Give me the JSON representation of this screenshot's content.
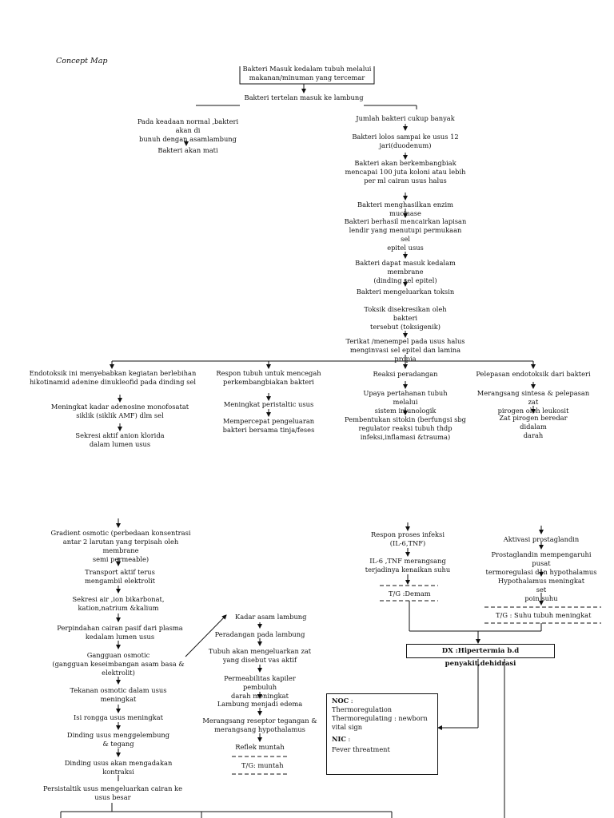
{
  "title": "Concept Map",
  "top": {
    "n1": "Bakteri Masuk kedalam tubuh melalui\nmakanan/minuman yang tercemar",
    "n2": "Bakteri tertelan masuk ke lambung",
    "left1": "Pada keadaan normal ,bakteri akan di\nbunuh dengan asamlambung",
    "left2": "Bakteri akan mati",
    "r1": "Jumlah bakteri cukup banyak",
    "r2": "Bakteri lolos sampai ke usus 12\njari(duodenum)",
    "r3": "Bakteri akan berkembangbiak\nmencapai 100 juta koloni atau lebih\nper ml cairan usus halus",
    "r4": "Bakteri menghasilkan enzim mucinase",
    "r5": "Bakteri berhasil mencairkan lapisan\nlendir yang menutupi permukaan sel\nepitel usus",
    "r6": "Bakteri dapat masuk kedalam membrane\n(dinding sel epitel)",
    "r7": "Bakteri mengeluarkan toksin",
    "r8": "Toksik disekresikan oleh bakteri\ntersebut (toksigenik)",
    "r9": "Terikat /menempel pada usus halus\nmenginvasi sel epitel dan lamina  propia"
  },
  "branches": {
    "b1a": "Endotoksik ini menyebabkan kegiatan berlebihan\nhikotinamid adenine dinukleofid pada dinding sel",
    "b1b": "Meningkat kadar adenosine monofosatat\nsiklik (siklik AMF) dlm sel",
    "b1c": "Sekresi aktif anion klorida\ndalam lumen usus",
    "b2a": "Respon tubuh untuk mencegah\nperkembangbiakan bakteri",
    "b2b": "Meningkat peristaltic usus",
    "b2c": "Mempercepat pengeluaran\nbakteri bersama tinja/feses",
    "b3a": "Reaksi peradangan",
    "b3b": "Upaya pertahanan tubuh melalui\nsistem imunologik",
    "b3c": "Pembentukan sitokin (berfungsi sbg\nregulator reaksi tubuh thdp\ninfeksi,inflamasi &trauma)",
    "b4a": "Pelepasan endotoksik dari bakteri",
    "b4b": "Merangsang sintesa  & pelepasan zat\npirogen oleh leukosit",
    "b4c": "Zat pirogen beredar didalam\ndarah"
  },
  "lower_left": {
    "l1": "Gradient osmotic (perbedaan konsentrasi\nantar 2 larutan yang terpisah oleh membrane\nsemi permeable)",
    "l2": "Transport aktif terus\nmengambil elektrolit",
    "l3": "Sekresi air ,ion bikarbonat,\nkation,natrium &kalium",
    "l4": "Perpindahan cairan pasif dari plasma\nkedalam lumen usus",
    "l5": "Gangguan osmotic\n(gangguan keseimbangan asam basa &\nelektrolit)",
    "l6": "Tekanan osmotic dalam usus\nmeningkat",
    "l7": "Isi rongga usus meningkat",
    "l8": "Dinding usus menggelembung\n& tegang",
    "l9": "Dinding usus akan mengadakan\nkontraksi",
    "l10": "Persistaltik usus mengeluarkan cairan ke\nusus besar"
  },
  "middle": {
    "m1": "Kadar asam lambung",
    "m2": "Peradangan pada lambung",
    "m3": "Tubuh akan mengeluarkan zat\nyang disebut vas aktif",
    "m4": "Permeabilitas kapiler pembuluh\ndarah meningkat",
    "m5": "Lambung menjadi edema",
    "m6": "Merangsang reseptor tegangan &\nmerangsang hypothalamus",
    "m7": "Reflek muntah",
    "tg": "T/G: muntah"
  },
  "lower_right": {
    "c1": "Respon proses infeksi\n(IL-6,TNF)",
    "c2": "IL-6 ,TNF merangsang\nterjadinya kenaikan suhu",
    "c_tg": "T/G :Demam",
    "d1": "Aktivasi prostaglandin",
    "d2": "Prostaglandin mempengaruhi pusat\ntermoregulasi dan hypothalamus",
    "d3": "Hypothalamus meningkat set\npoin suhu",
    "d_tg": "T/G  : Suhu tubuh meningkat",
    "dx": "DX :Hipertermia b.d penyakit,dehidrasi"
  },
  "noc": {
    "noc_label": "NOC",
    "noc_colon": " :",
    "noc1": "Thermoregulation",
    "noc2": "Thermoregulating : newborn",
    "noc3": "vital sign",
    "nic_label": "NIC",
    "nic_colon": " :",
    "nic1": "Fever threatment"
  }
}
